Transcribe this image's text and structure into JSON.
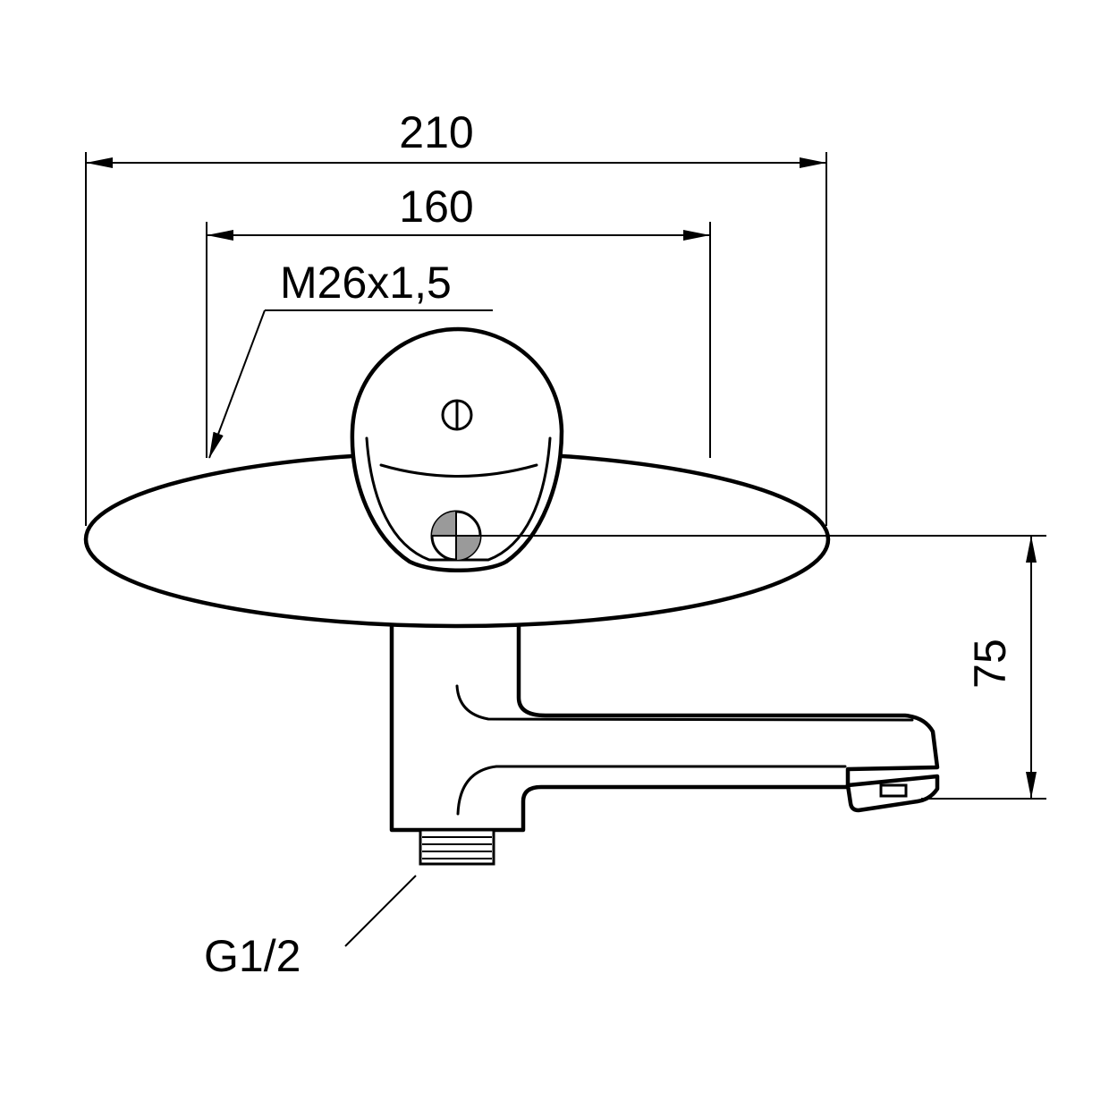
{
  "dimensions": {
    "overall_width": "210",
    "handle_spacing": "160",
    "thread_label": "M26x1,5",
    "spout_height": "75",
    "inlet_thread": "G1/2"
  },
  "colors": {
    "line": "#000000",
    "background": "#ffffff",
    "indicator_fill": "#9a9a9a"
  }
}
